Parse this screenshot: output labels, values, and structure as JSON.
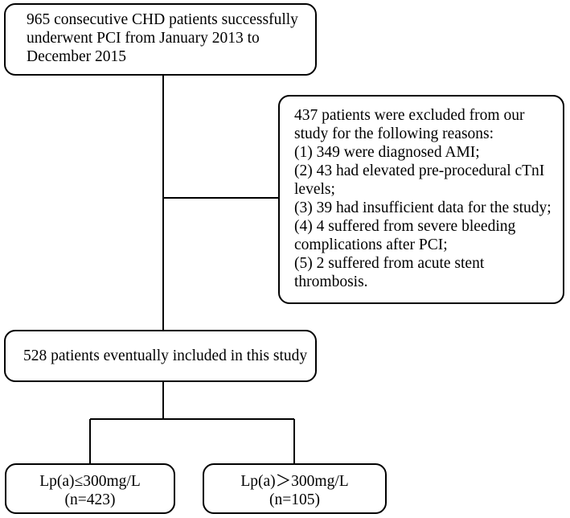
{
  "boxes": {
    "enrolled": "965 consecutive CHD patients successfully underwent PCI from January 2013 to December 2015",
    "excluded": {
      "intro": "437 patients were excluded from our study for the following reasons:",
      "reasons": [
        "(1) 349 were diagnosed AMI;",
        "(2) 43 had elevated pre-procedural cTnI levels;",
        "(3) 39 had insufficient data for the study;",
        "(4) 4 suffered from severe bleeding complications after PCI;",
        "(5) 2 suffered from acute stent thrombosis."
      ]
    },
    "included": "528 patients eventually included in this study",
    "group_low": {
      "label": "Lp(a)≤300mg/L",
      "n": "(n=423)"
    },
    "group_high": {
      "label": "Lp(a)＞300mg/L",
      "n": "(n=105)"
    }
  }
}
